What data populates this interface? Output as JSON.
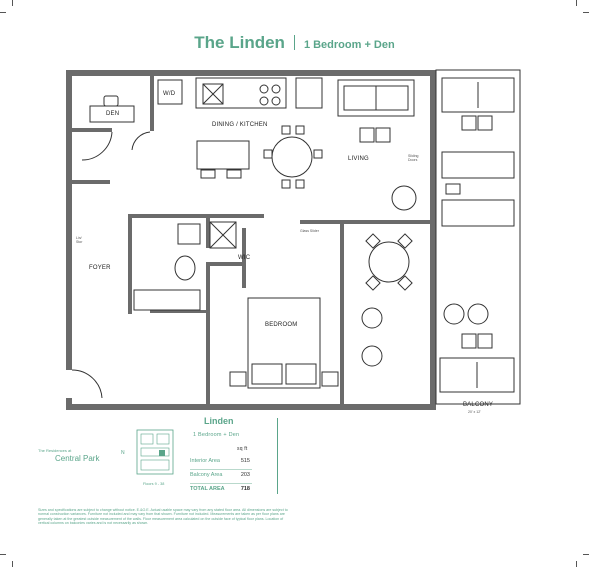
{
  "header": {
    "title": "The Linden",
    "subtitle": "1 Bedroom + Den"
  },
  "plan": {
    "rooms": {
      "den": "DEN",
      "wd": "W/D",
      "dining_kitchen": "DINING / KITCHEN",
      "living": "LIVING",
      "foyer": "FOYER",
      "wic": "WIC",
      "bedroom": "BEDROOM",
      "balcony": "BALCONY",
      "balcony_dims": "20' x 12'"
    },
    "notes": {
      "sliding_doors": "Sliding Doors",
      "glass_slider": "Glass Slider",
      "linen": "Lin/ Stor"
    }
  },
  "info_panel": {
    "suite_name": "Linden",
    "suite_type": "1 Bedroom + Den",
    "units": "sq ft",
    "stats": [
      {
        "label": "Interior Area",
        "value": "515"
      },
      {
        "label": "Balcony Area",
        "value": "203"
      },
      {
        "label": "TOTAL AREA",
        "value": "718"
      }
    ],
    "brand_small": "The Residences at",
    "brand_big": "Central Park",
    "floors": "Floors 9 - 38",
    "compass": "N"
  },
  "footer": {
    "disclaimer": "Sizes and specifications are subject to change without notice. E.&O.E. Actual usable space may vary from any stated floor area. All dimensions are subject to normal construction variances. Furniture not included and may vary from that shown. Furniture not included. Measurements are taken as per floor plans are generally taken at the greatest outside measurement of the walls. Floor measurement area calculated on the outside face of typical floor plans. Location of vertical columns on balconies varies and is not necessarily as shown."
  },
  "colors": {
    "accent": "#5aa58a",
    "wall": "#666666",
    "line": "#333333"
  }
}
